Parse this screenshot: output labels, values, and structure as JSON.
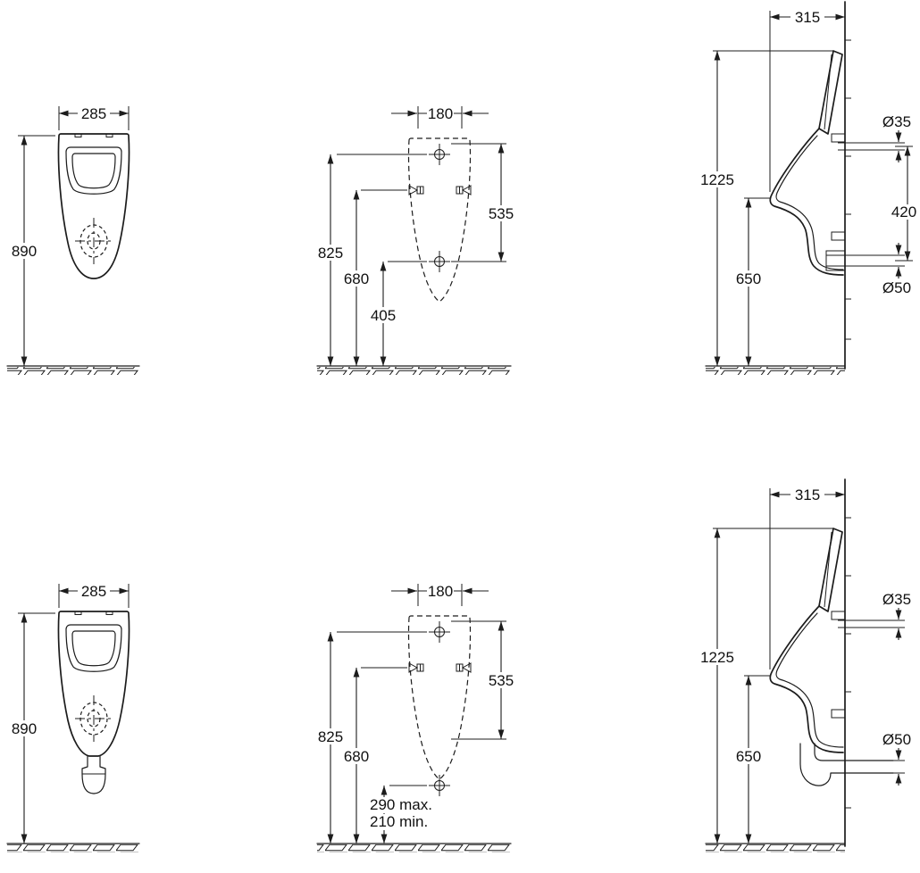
{
  "drawing": {
    "top": {
      "front": {
        "width": "285",
        "height": "890"
      },
      "anchor": {
        "spacing": "180",
        "holes_span": "535",
        "top_hole": "825",
        "side_holes": "680",
        "outlet": "405"
      },
      "side": {
        "depth": "315",
        "total_height": "1225",
        "rim_height": "650",
        "inlet_dia": "Ø35",
        "inlet_outlet": "420",
        "outlet_dia": "Ø50"
      }
    },
    "bottom": {
      "front": {
        "width": "285",
        "height": "890"
      },
      "anchor": {
        "spacing": "180",
        "holes_span": "535",
        "top_hole": "825",
        "side_holes": "680",
        "outlet_max": "290 max.",
        "outlet_min": "210 min."
      },
      "side": {
        "depth": "315",
        "total_height": "1225",
        "rim_height": "650",
        "inlet_dia": "Ø35",
        "outlet_dia": "Ø50"
      }
    }
  }
}
